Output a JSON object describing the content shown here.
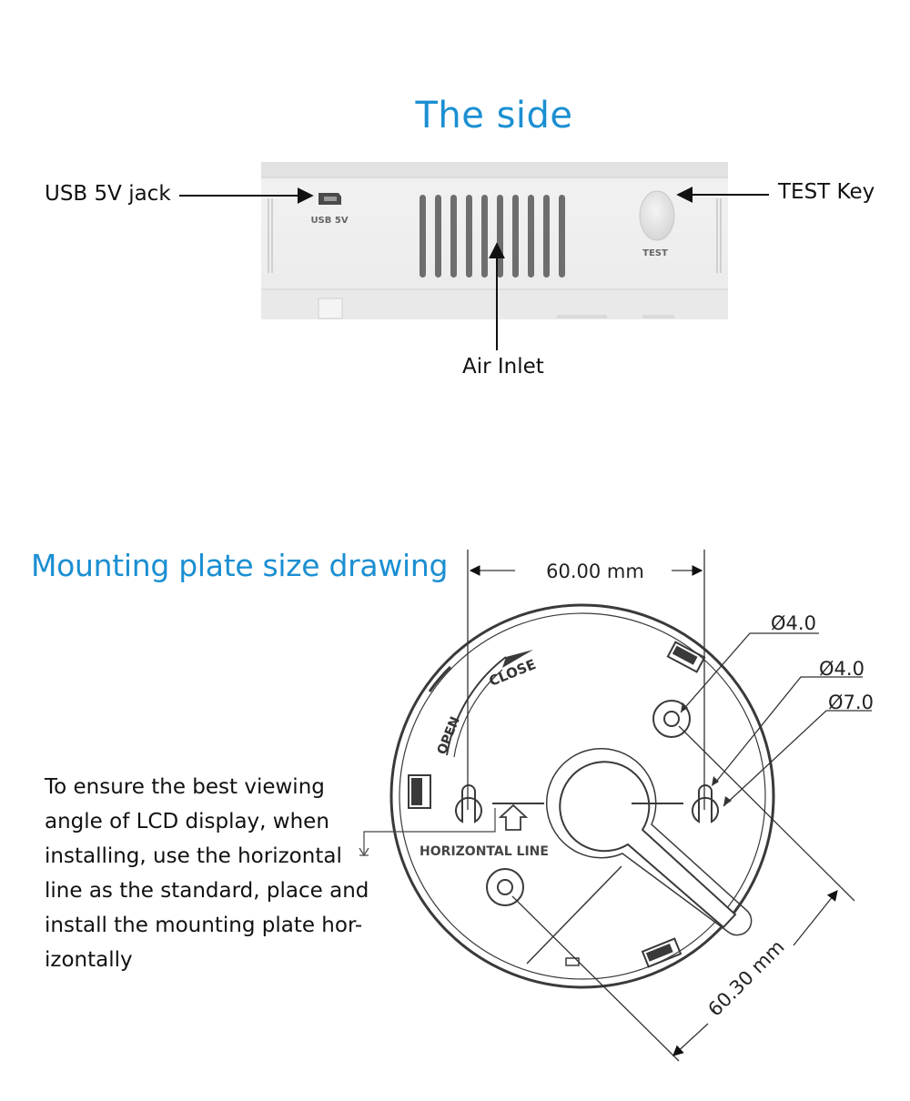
{
  "side_section": {
    "title": "The side",
    "callouts": {
      "usb_jack": "USB 5V jack",
      "test_key": "TEST Key",
      "air_inlet": "Air Inlet"
    },
    "device_labels": {
      "usb": "USB 5V",
      "test": "TEST"
    }
  },
  "mounting_section": {
    "title": "Mounting plate size drawing",
    "dimensions": {
      "width": "60.00 mm",
      "diagonal": "60.30 mm",
      "hole_a": "Ø4.0",
      "hole_b": "Ø4.0",
      "hole_c": "Ø7.0"
    },
    "plate_labels": {
      "close": "CLOSE",
      "open": "OPEN",
      "horizontal_line": "HORIZONTAL LINE"
    },
    "instruction": "To ensure the best viewing angle of LCD display, when installing,  use the horizontal line as the standard, place and install the mounting plate hor-izontally"
  },
  "colors": {
    "title_blue": "#1b8fd2",
    "device_body": "#ececec",
    "line_dark": "#222222"
  }
}
